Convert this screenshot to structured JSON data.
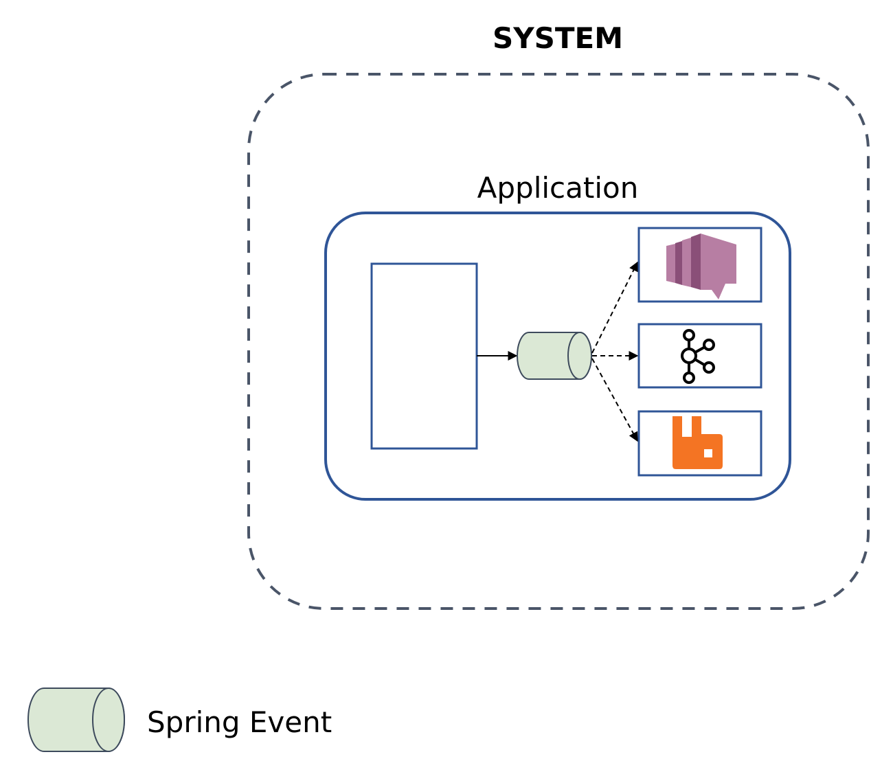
{
  "diagram": {
    "system_title": "SYSTEM",
    "application_title": "Application",
    "nodes": {
      "producer": {
        "label": ""
      },
      "event_channel": {
        "kind": "spring-event-cylinder"
      },
      "brokers": [
        {
          "icon": "amazon-sqs-icon"
        },
        {
          "icon": "apache-kafka-icon"
        },
        {
          "icon": "rabbitmq-icon"
        }
      ]
    },
    "edges": [
      {
        "from": "producer",
        "to": "event_channel",
        "style": "solid"
      },
      {
        "from": "event_channel",
        "to": "amazon-sqs",
        "style": "dashed"
      },
      {
        "from": "event_channel",
        "to": "apache-kafka",
        "style": "dashed"
      },
      {
        "from": "event_channel",
        "to": "rabbitmq",
        "style": "dashed"
      }
    ]
  },
  "legend": {
    "items": [
      {
        "symbol": "spring-event-cylinder",
        "label": "Spring Event"
      }
    ]
  },
  "colors": {
    "system_border": "#4a5568",
    "application_border": "#2f5597",
    "cylinder_fill": "#dbe8d5",
    "cylinder_stroke": "#3d4a5c",
    "sqs_light": "#b77ea3",
    "sqs_dark": "#8a4f78",
    "rabbitmq": "#f47423",
    "kafka": "#000000"
  }
}
